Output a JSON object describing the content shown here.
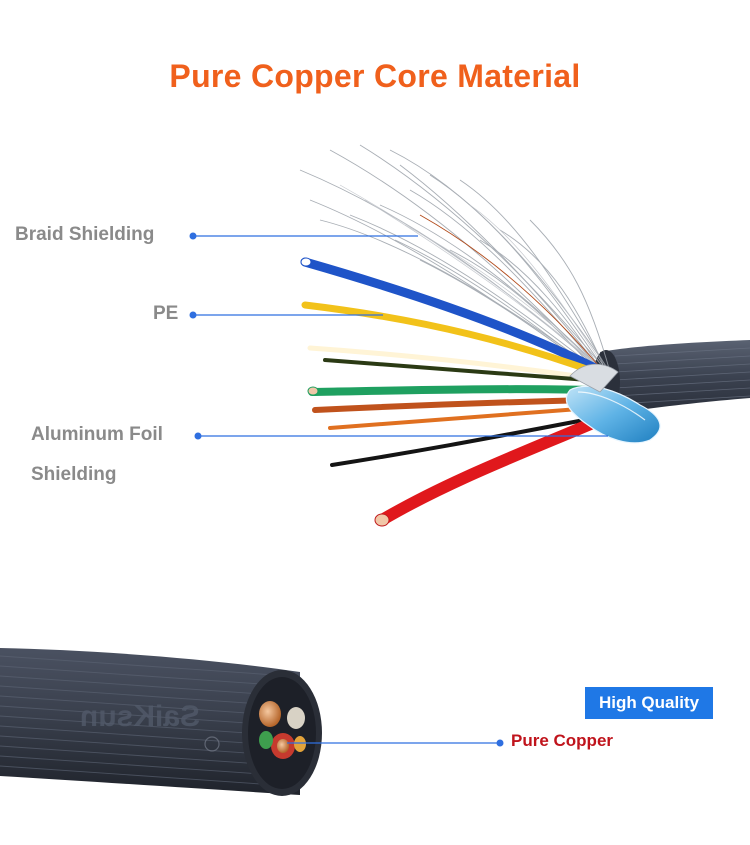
{
  "title": "Pure Copper Core Material",
  "callouts": {
    "braid": "Braid Shielding",
    "pe": "PE",
    "foil_line1": "Aluminum Foil",
    "foil_line2": "Shielding",
    "copper": "Pure Copper"
  },
  "badge": "High Quality",
  "logo_text": "SaiKsun",
  "colors": {
    "title": "#f0601c",
    "callout_text": "#8a8a8a",
    "leader_line": "#2f6fe0",
    "badge_bg": "#1f78e6",
    "copper_label": "#c0141c",
    "cable_jacket": "#3a4150"
  }
}
